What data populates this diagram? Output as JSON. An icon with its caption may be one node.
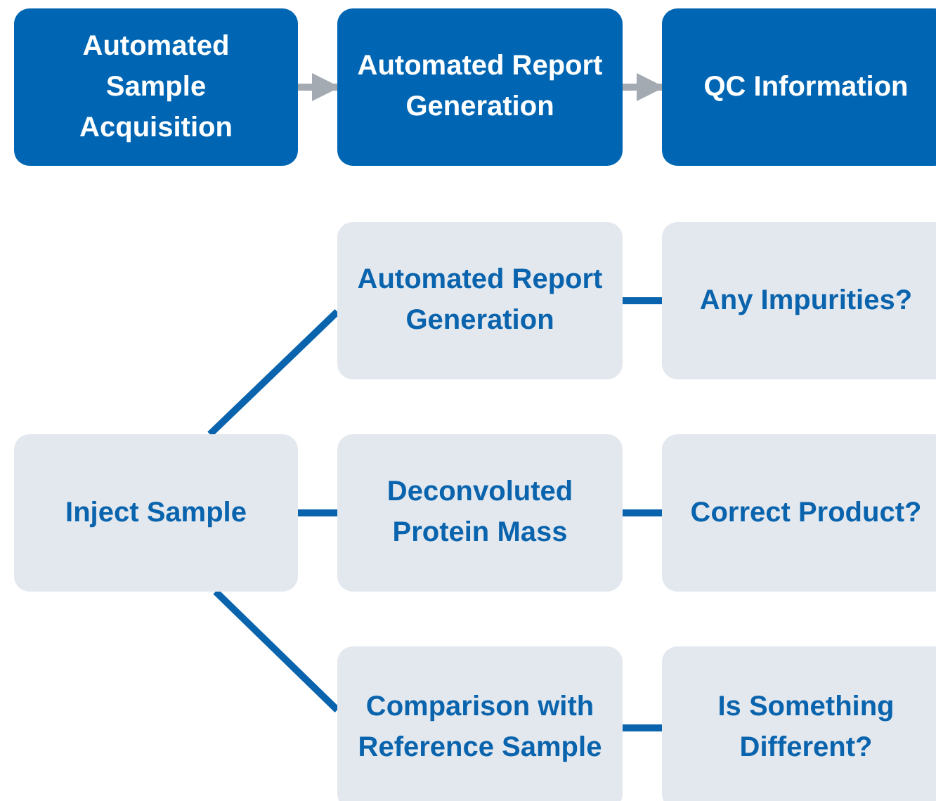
{
  "diagram": {
    "nodes": [
      {
        "text": [
          "Automated Sample Acquisition"
        ]
      },
      {
        "text": [
          "Automated Report Generation"
        ]
      },
      {
        "text": [
          "QC Information"
        ]
      },
      {
        "text": [
          "Automated Report Generation"
        ]
      },
      {
        "text": [
          "Any Impurities?"
        ]
      },
      {
        "text": [
          "Inject Sample"
        ]
      },
      {
        "text": [
          "Deconvoluted Protein Mass"
        ]
      },
      {
        "text": [
          "Correct Product?"
        ]
      },
      {
        "text": [
          "Comparison with Reference Sample"
        ]
      },
      {
        "text": [
          "Is Something Different?"
        ]
      }
    ],
    "edges": [
      {
        "from": 0,
        "to": 1,
        "arrow": "to",
        "color": "#a3aab2"
      },
      {
        "from": 1,
        "to": 2,
        "arrow": "to",
        "color": "#a3aab2"
      },
      {
        "from": 5,
        "to": 3,
        "arrow": "none"
      },
      {
        "from": 3,
        "to": 4,
        "arrow": "none"
      },
      {
        "from": 5,
        "to": 6,
        "arrow": "none"
      },
      {
        "from": 6,
        "to": 7,
        "arrow": "none"
      },
      {
        "from": 5,
        "to": 8,
        "arrow": "none"
      },
      {
        "from": 8,
        "to": 9,
        "arrow": "none"
      }
    ]
  }
}
